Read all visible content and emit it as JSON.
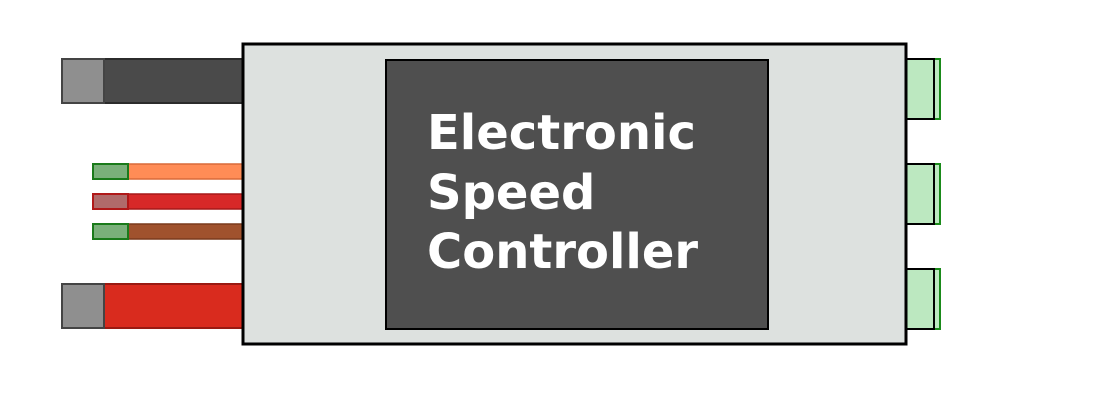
{
  "label": {
    "lines": [
      "Electronic",
      "Speed",
      "Controller"
    ]
  },
  "colors": {
    "background": "#ffffff",
    "esc_body": "#dde1df",
    "esc_panel": "#4f4f4f",
    "outline": "#000000",
    "battery_neg_wire": "#4a4a4a",
    "battery_pos_wire": "#d92b1e",
    "battery_connector": "#8f8f8f",
    "signal_wire": "#ff8c56",
    "power_wire": "#d72828",
    "ground_wire": "#a0522d",
    "servo_pin_green": "#7ab07a",
    "servo_pin_red": "#b06a6a",
    "motor_connector": "#bce8c0",
    "motor_connector_border": "#1a8a1a"
  }
}
